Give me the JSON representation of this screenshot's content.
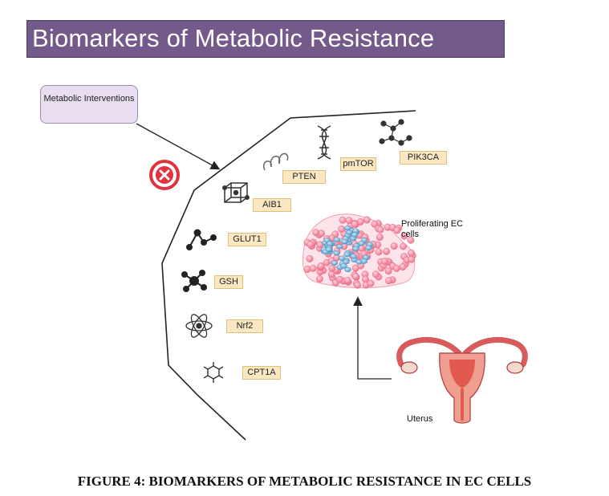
{
  "banner": {
    "title": "Biomarkers of Metabolic Resistance"
  },
  "interventions": {
    "label": "Metabolic Interventions"
  },
  "biomarkers": [
    "PTEN",
    "pmTOR",
    "PIK3CA",
    "AIB1",
    "GLUT1",
    "GSH",
    "Nrf2",
    "CPT1A"
  ],
  "cluster_label": "Proliferating EC cells",
  "organ_label": "Uterus",
  "caption": "FIGURE 4: BIOMARKERS OF METABOLIC RESISTANCE IN EC CELLS",
  "colors": {
    "banner": "#735a8a",
    "tag_fill": "#fbe8c3",
    "tag_border": "#e2c07a",
    "inhibit": "#e0333e",
    "cell_pink": "#f27a93",
    "cell_blue": "#6fb0d8",
    "uterus": "#d85a5a"
  },
  "icons": [
    "inhibit-icon",
    "dna-icon",
    "molecule-icon",
    "coil-icon",
    "cube-icon",
    "node-icon",
    "atom-icon",
    "hexagon-icon"
  ]
}
